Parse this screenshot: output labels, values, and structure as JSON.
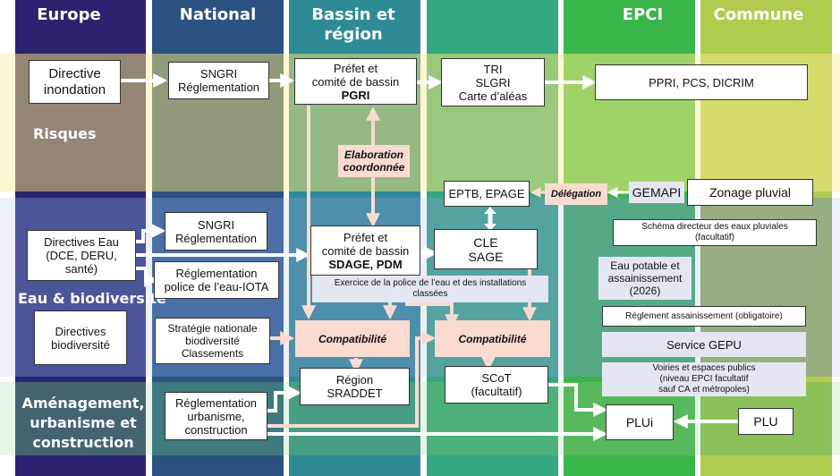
{
  "columns": [
    {
      "id": "europe",
      "label": "Europe",
      "color": "#2a2370"
    },
    {
      "id": "national",
      "label": "National",
      "color": "#2c5282"
    },
    {
      "id": "bassin",
      "label": "Bassin et région",
      "color": "#2e8b96"
    },
    {
      "id": "bassin2",
      "label": "",
      "color": "#33a880"
    },
    {
      "id": "epci",
      "label": "EPCI",
      "color": "#39b54a"
    },
    {
      "id": "commune",
      "label": "Commune",
      "color": "#b0cc4e"
    }
  ],
  "bands": [
    {
      "id": "risques",
      "label": "Risques"
    },
    {
      "id": "eau",
      "label": "Eau & biodiversité"
    },
    {
      "id": "amenagement",
      "label": "Aménagement, urbanisme et construction"
    }
  ],
  "boxes": {
    "directive_inondation": [
      "Directive",
      "inondation"
    ],
    "sngri_risques": [
      "SNGRI",
      "Réglementation"
    ],
    "prefet_pgri": [
      "Préfet et",
      "comité de bassin",
      "PGRI"
    ],
    "tri": [
      "TRI",
      "SLGRI",
      "Carte d’aléas"
    ],
    "ppri": "PPRI, PCS, DICRIM",
    "elaboration": [
      "Elaboration",
      "coordonnée"
    ],
    "eptb": "EPTB, EPAGE",
    "delegation": "Délégation",
    "gemapi": "GEMAPI",
    "zonage": "Zonage pluvial",
    "directives_eau": [
      "Directives Eau",
      "(DCE, DERU,",
      "santé)"
    ],
    "sngri_eau": [
      "SNGRI",
      "Réglementation"
    ],
    "police_iota": [
      "Réglementation",
      "police de l’eau-IOTA"
    ],
    "prefet_sdage": [
      "Préfet et",
      "comité de bassin",
      "SDAGE, PDM"
    ],
    "cle_sage": [
      "CLE",
      "SAGE"
    ],
    "schema_pluvial": [
      "Schéma directeur des eaux pluviales",
      "(facultatif)"
    ],
    "eau_potable": [
      "Eau potable et",
      "assainissement",
      "(2026)"
    ],
    "exercice_police": [
      "Exercice de la police de l’eau et des installations",
      "classées"
    ],
    "directives_bio": [
      "Directives",
      "biodiversité"
    ],
    "strategie_bio": [
      "Stratégie nationale",
      "biodiversité",
      "Classements"
    ],
    "compat1": "Compatibilité",
    "compat2": "Compatibilité",
    "reglement_assain": "Règlement assainissement (obligatoire)",
    "service_gepu": "Service GEPU",
    "voiries": [
      "Voiries et espaces publics",
      "(niveau EPCI facultatif",
      "sauf CA et métropoles)"
    ],
    "region_sraddet": [
      "Région",
      "SRADDET"
    ],
    "scot": [
      "SCoT",
      "(facultatif)"
    ],
    "regl_urbanisme": [
      "Réglementation",
      "urbanisme,",
      "construction"
    ],
    "plui": "PLUi",
    "plu": "PLU"
  }
}
